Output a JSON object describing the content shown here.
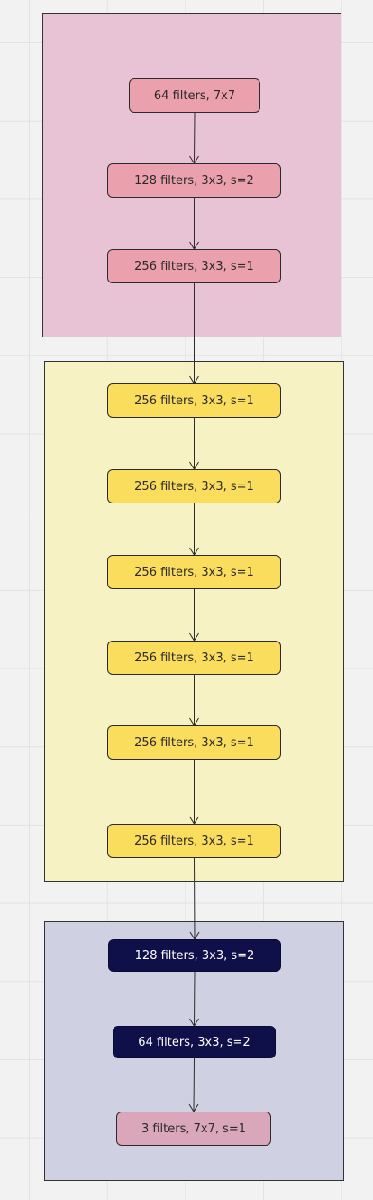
{
  "diagram": {
    "colors": {
      "frame_encoder": "#e8c3d6",
      "frame_residual": "#f6f2c3",
      "frame_decoder": "#d0d0e3",
      "node_pink": "#eba0ad",
      "node_yellow": "#fadd5c",
      "node_navy": "#0f0f4a",
      "node_mauve": "#d9a7b9"
    },
    "nodes": [
      {
        "label": "64 filters, 7x7"
      },
      {
        "label": "128 filters, 3x3, s=2"
      },
      {
        "label": "256 filters, 3x3, s=1"
      },
      {
        "label": "256 filters, 3x3, s=1"
      },
      {
        "label": "256 filters, 3x3, s=1"
      },
      {
        "label": "256 filters, 3x3, s=1"
      },
      {
        "label": "256 filters, 3x3, s=1"
      },
      {
        "label": "256 filters, 3x3, s=1"
      },
      {
        "label": "256 filters, 3x3, s=1"
      },
      {
        "label": "128 filters, 3x3, s=2"
      },
      {
        "label": "64 filters, 3x3, s=2"
      },
      {
        "label": "3 filters, 7x7, s=1"
      }
    ],
    "edges": [
      {
        "from": 0,
        "to": 1
      },
      {
        "from": 1,
        "to": 2
      },
      {
        "from": 2,
        "to": 3
      },
      {
        "from": 3,
        "to": 4
      },
      {
        "from": 4,
        "to": 5
      },
      {
        "from": 5,
        "to": 6
      },
      {
        "from": 6,
        "to": 7
      },
      {
        "from": 7,
        "to": 8
      },
      {
        "from": 8,
        "to": 9
      },
      {
        "from": 9,
        "to": 10
      },
      {
        "from": 10,
        "to": 11
      }
    ]
  }
}
